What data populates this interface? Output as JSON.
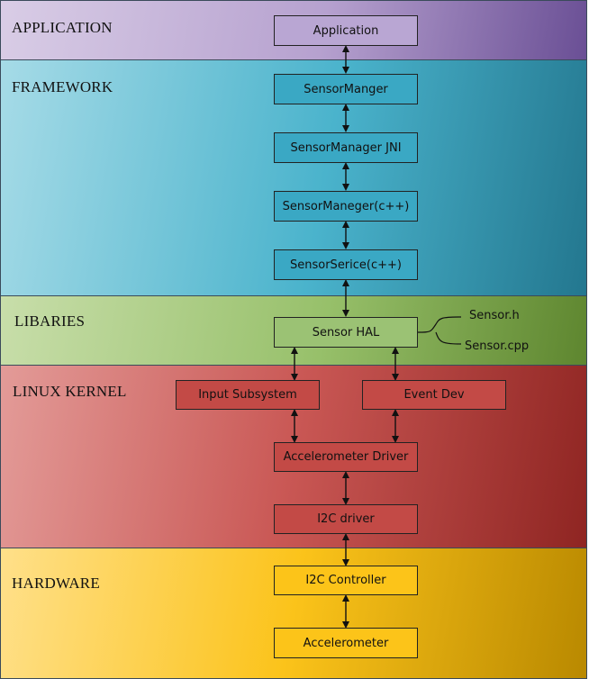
{
  "layers": {
    "application": "APPLICATION",
    "framework": "FRAMEWORK",
    "libraries": "LIBARIES",
    "kernel": "LINUX KERNEL",
    "hardware": "HARDWARE"
  },
  "boxes": {
    "application": "Application",
    "sensor_manager": "SensorManger",
    "sensor_manager_jni": "SensorManager JNI",
    "sensor_manager_cpp": "SensorManeger(c++)",
    "sensor_service_cpp": "SensorSerice(c++)",
    "sensor_hal": "Sensor HAL",
    "input_subsystem": "Input Subsystem",
    "event_dev": "Event Dev",
    "accelerometer_driver": "Accelerometer Driver",
    "i2c_driver": "I2C driver",
    "i2c_controller": "I2C Controller",
    "accelerometer": "Accelerometer"
  },
  "hal_files": {
    "header": "Sensor.h",
    "source": "Sensor.cpp"
  },
  "colors": {
    "application": "#b9a6d3",
    "framework": "#3aa8c4",
    "libraries": "#9bc274",
    "kernel": "#c34a46",
    "hardware": "#fcc419"
  }
}
